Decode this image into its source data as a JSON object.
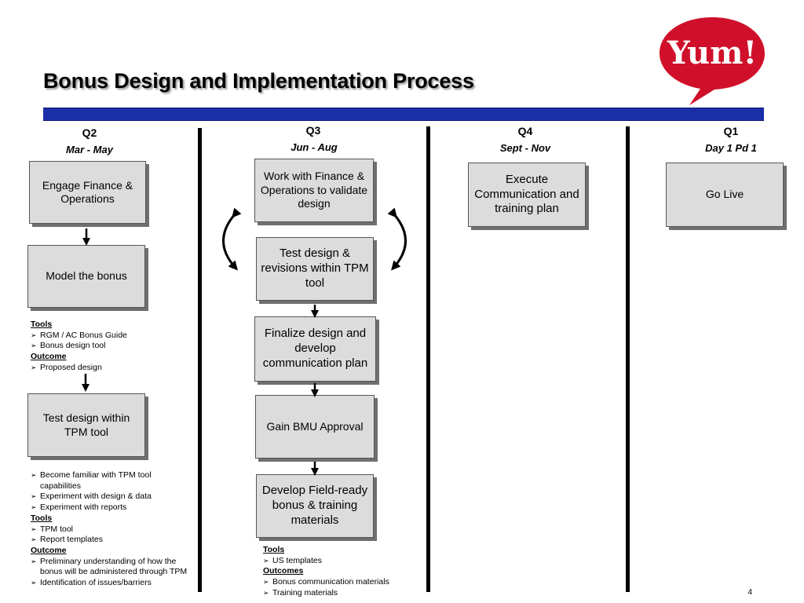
{
  "title": "Bonus Design and Implementation Process",
  "logo": {
    "text": "Yum!",
    "color": "#d0102a"
  },
  "colors": {
    "band": "#1a2ea8",
    "box_fill": "#dcdcdc",
    "box_shadow": "#6f6f6f"
  },
  "columns": [
    {
      "quarter": "Q2",
      "period": "Mar - May"
    },
    {
      "quarter": "Q3",
      "period": "Jun - Aug"
    },
    {
      "quarter": "Q4",
      "period": "Sept - Nov"
    },
    {
      "quarter": "Q1",
      "period": "Day 1 Pd 1"
    }
  ],
  "q2": {
    "boxes": [
      "Engage Finance & Operations",
      "Model the bonus",
      "Test design within TPM tool"
    ],
    "notes1": {
      "tools_heading": "Tools",
      "tools": [
        "RGM / AC Bonus Guide",
        "Bonus design tool"
      ],
      "outcome_heading": "Outcome",
      "outcome": [
        "Proposed design"
      ]
    },
    "notes2": {
      "items": [
        "Become familiar with TPM tool capabilities",
        "Experiment with design & data",
        "Experiment with reports"
      ],
      "tools_heading": "Tools",
      "tools": [
        "TPM tool",
        "Report templates"
      ],
      "outcome_heading": "Outcome",
      "outcome": [
        "Preliminary understanding of how the bonus will be administered through TPM",
        "Identification of issues/barriers"
      ]
    }
  },
  "q3": {
    "boxes": [
      "Work with Finance & Operations to validate design",
      "Test design & revisions within TPM tool",
      "Finalize design and develop communication plan",
      "Gain BMU Approval",
      "Develop Field-ready bonus & training materials"
    ],
    "notes": {
      "tools_heading": "Tools",
      "tools": [
        "US templates"
      ],
      "outcomes_heading": "Outcomes",
      "outcomes": [
        "Bonus communication materials",
        "Training materials"
      ]
    }
  },
  "q4": {
    "boxes": [
      "Execute Communication and training plan"
    ]
  },
  "q1": {
    "boxes": [
      "Go Live"
    ]
  },
  "page_number": "4"
}
